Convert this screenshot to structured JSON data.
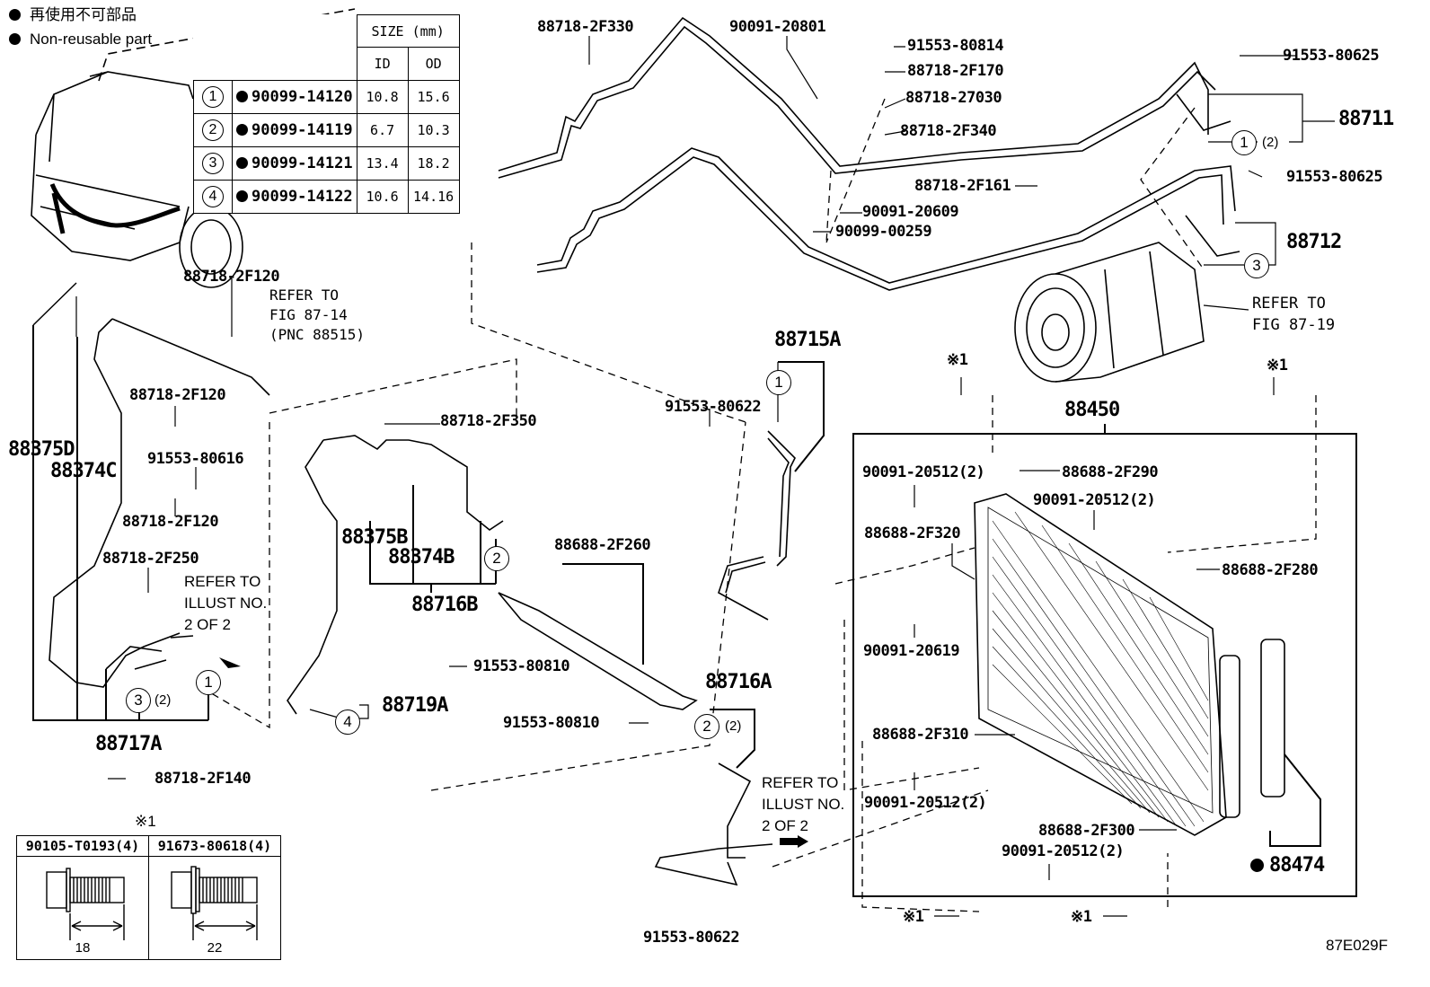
{
  "legend": {
    "japanese": "再使用不可部品",
    "english": "Non-reusable part"
  },
  "size_table": {
    "header": "SIZE (mm)",
    "col_id": "ID",
    "col_od": "OD",
    "rows": [
      {
        "ref": "1",
        "part": "90099-14120",
        "id": "10.8",
        "od": "15.6"
      },
      {
        "ref": "2",
        "part": "90099-14119",
        "id": "6.7",
        "od": "10.3"
      },
      {
        "ref": "3",
        "part": "90099-14121",
        "id": "13.4",
        "od": "18.2"
      },
      {
        "ref": "4",
        "part": "90099-14122",
        "id": "10.6",
        "od": "14.16"
      }
    ]
  },
  "bolt_table": {
    "marker": "※1",
    "cols": [
      {
        "part": "90105-T0193(4)",
        "length": "18"
      },
      {
        "part": "91673-80618(4)",
        "length": "22"
      }
    ]
  },
  "labels": {
    "p88718_2F330": "88718-2F330",
    "p90091_20801": "90091-20801",
    "p91553_80814": "91553-80814",
    "p88718_2F170": "88718-2F170",
    "p88718_27030": "88718-27030",
    "p88718_2F340": "88718-2F340",
    "p88718_2F161": "88718-2F161",
    "p90091_20609": "90091-20609",
    "p90099_00259": "90099-00259",
    "p91553_80625_a": "91553-80625",
    "p91553_80625_b": "91553-80625",
    "p88711": "88711",
    "p88712": "88712",
    "p88718_2F120_a": "88718-2F120",
    "p88718_2F120_b": "88718-2F120",
    "p88718_2F120_c": "88718-2F120",
    "p91553_80616": "91553-80616",
    "p88375D": "88375D",
    "p88374C": "88374C",
    "p88718_2F250": "88718-2F250",
    "p88717A": "88717A",
    "p88718_2F140": "88718-2F140",
    "p88718_2F350": "88718-2F350",
    "p88375B": "88375B",
    "p88374B": "88374B",
    "p88716B": "88716B",
    "p88719A": "88719A",
    "p88688_2F260": "88688-2F260",
    "p91553_80810_a": "91553-80810",
    "p91553_80810_b": "91553-80810",
    "p88716A": "88716A",
    "p91553_80622_a": "91553-80622",
    "p91553_80622_b": "91553-80622",
    "p88715A": "88715A",
    "p88450": "88450",
    "p90091_20512_a": "90091-20512(2)",
    "p90091_20512_b": "90091-20512(2)",
    "p90091_20512_c": "90091-20512(2)",
    "p90091_20512_d": "90091-20512(2)",
    "p88688_2F290": "88688-2F290",
    "p88688_2F320": "88688-2F320",
    "p88688_2F280": "88688-2F280",
    "p90091_20619": "90091-20619",
    "p88688_2F310": "88688-2F310",
    "p88688_2F300": "88688-2F300",
    "p88474": "88474",
    "mark1": "※1",
    "qty2": "(2)"
  },
  "refs": {
    "fig_87_14": [
      "REFER TO",
      "FIG 87-14",
      "(PNC 88515)"
    ],
    "fig_87_19": [
      "REFER TO",
      "FIG 87-19"
    ],
    "illust_a": [
      "REFER TO",
      "ILLUST NO.",
      "2 OF 2"
    ],
    "illust_b": [
      "REFER TO",
      "ILLUST NO.",
      "2 OF 2"
    ]
  },
  "circled_refs": {
    "one": "1",
    "two": "2",
    "three": "3",
    "four": "4"
  },
  "figure_id": "87E029F"
}
